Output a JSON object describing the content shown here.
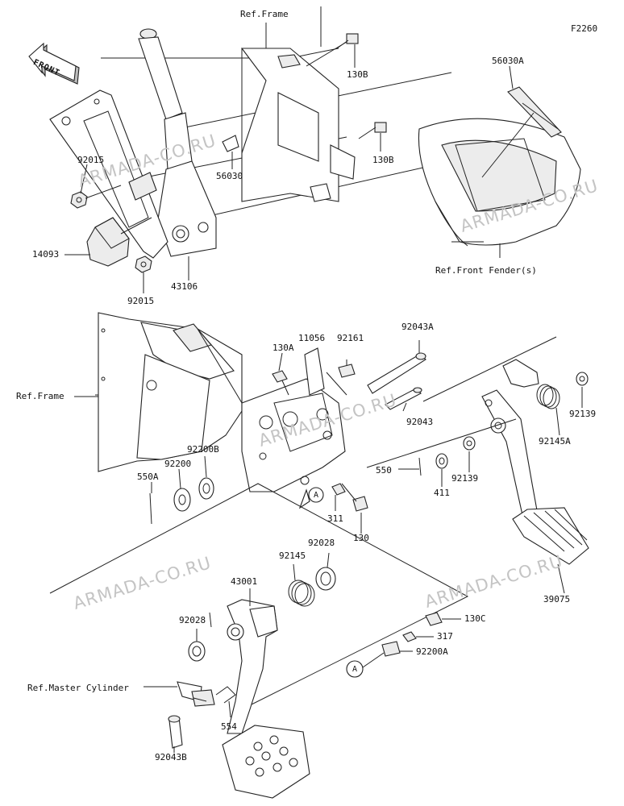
{
  "diagram_code": "F2260",
  "front_label": "FRONT",
  "callout_letter": "A",
  "watermark": "ARMADA-CO.RU",
  "labels": {
    "ref_frame_top": "Ref.Frame",
    "ref_frame_mid": "Ref.Frame",
    "ref_front_fender": "Ref.Front Fender(s)",
    "ref_master_cylinder": "Ref.Master Cylinder",
    "p130B_top": "130B",
    "p130B_mid": "130B",
    "p56030A": "56030A",
    "p56030": "56030",
    "p92015_top": "92015",
    "p92015_bottom": "92015",
    "p14093": "14093",
    "p43106": "43106",
    "p130A": "130A",
    "p11056": "11056",
    "p92161": "92161",
    "p92043A": "92043A",
    "p92043": "92043",
    "p92139_right": "92139",
    "p92145A": "92145A",
    "p92200B": "92200B",
    "p92200": "92200",
    "p550A": "550A",
    "p550": "550",
    "p411": "411",
    "p92139_mid": "92139",
    "p311": "311",
    "p130": "130",
    "p92145": "92145",
    "p92028_top": "92028",
    "p43001": "43001",
    "p92028_left": "92028",
    "p39075": "39075",
    "p130C": "130C",
    "p317": "317",
    "p92200A": "92200A",
    "p554": "554",
    "p92043B": "92043B"
  }
}
